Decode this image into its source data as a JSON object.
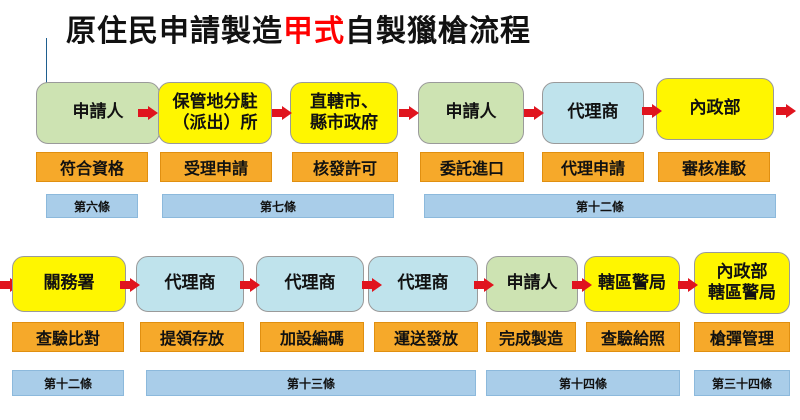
{
  "title": {
    "prefix": "原住民申請製造",
    "highlight": "甲式",
    "suffix": "自製獵槍流程"
  },
  "row1": {
    "nodes": [
      "申請人",
      "保管地分駐\n（派出）所",
      "直轄市、\n縣市政府",
      "申請人",
      "代理商",
      "內政部"
    ],
    "actions": [
      "符合資格",
      "受理申請",
      "核發許可",
      "委託進口",
      "代理申請",
      "審核准駁"
    ],
    "articles": [
      "第六條",
      "第七條",
      "第十二條"
    ]
  },
  "row2": {
    "nodes": [
      "關務署",
      "代理商",
      "代理商",
      "代理商",
      "申請人",
      "轄區警局",
      "內政部\n轄區警局"
    ],
    "actions": [
      "查驗比對",
      "提領存放",
      "加設編碼",
      "運送發放",
      "完成製造",
      "查驗給照",
      "槍彈管理"
    ],
    "articles": [
      "第十二條",
      "第十三條",
      "第十四條",
      "第三十四條"
    ]
  },
  "colors": {
    "node_green": "#cde3b2",
    "node_yellow": "#fff600",
    "node_blue": "#bfe3ec",
    "action_orange": "#f6a92a",
    "article_blue": "#a9cde9",
    "arrow_red": "#e0141e",
    "highlight_red": "#ff0000"
  }
}
